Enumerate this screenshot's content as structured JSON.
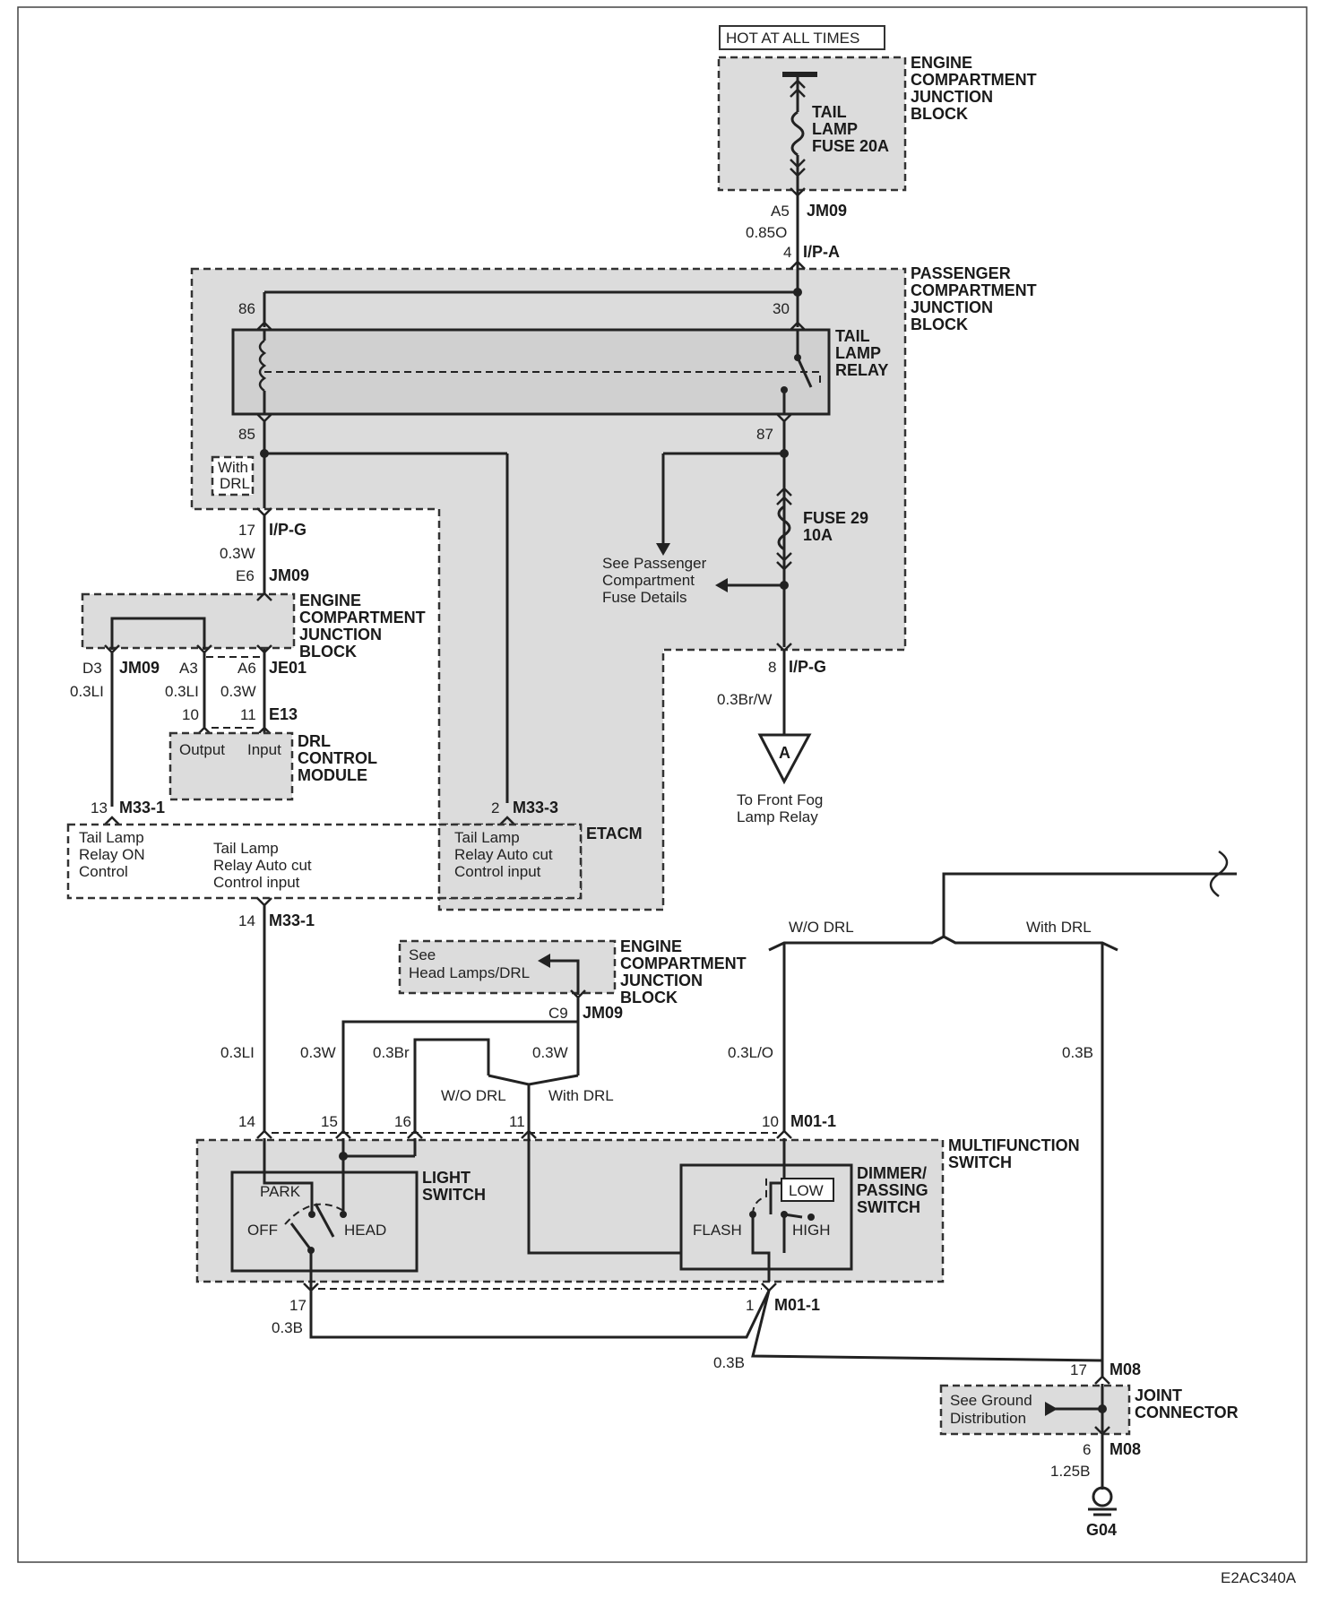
{
  "hot_label": "HOT AT ALL TIMES",
  "ecjb_top": [
    "ENGINE",
    "COMPARTMENT",
    "JUNCTION",
    "BLOCK"
  ],
  "fuse_top": [
    "TAIL",
    "LAMP",
    "FUSE 20A"
  ],
  "a5": "A5",
  "jm09_a": "JM09",
  "w_085o": "0.85O",
  "pin4": "4",
  "ipa": "I/P-A",
  "pcjb": [
    "PASSENGER",
    "COMPARTMENT",
    "JUNCTION",
    "BLOCK"
  ],
  "pin86": "86",
  "pin30": "30",
  "pin85": "85",
  "pin87": "87",
  "relay": [
    "TAIL",
    "LAMP",
    "RELAY"
  ],
  "with_drl_box": [
    "With",
    "DRL"
  ],
  "fuse29": [
    "FUSE 29",
    "10A"
  ],
  "see_pass": [
    "See Passenger",
    "Compartment",
    "Fuse Details"
  ],
  "pin17": "17",
  "ipg_a": "I/P-G",
  "w_03w_a": "0.3W",
  "e6": "E6",
  "jm09_b": "JM09",
  "ecjb_mid": [
    "ENGINE",
    "COMPARTMENT",
    "JUNCTION",
    "BLOCK"
  ],
  "d3": "D3",
  "jm09_c": "JM09",
  "a3": "A3",
  "a6": "A6",
  "je01": "JE01",
  "w_03li_a": "0.3LI",
  "w_03li_b": "0.3LI",
  "w_03w_b": "0.3W",
  "pin10": "10",
  "pin11": "11",
  "e13": "E13",
  "output": "Output",
  "input": "Input",
  "drl_module": [
    "DRL",
    "CONTROL",
    "MODULE"
  ],
  "pin8": "8",
  "ipg_b": "I/P-G",
  "w_03brw": "0.3Br/W",
  "conn_a": "A",
  "to_fog": [
    "To Front Fog",
    "Lamp Relay"
  ],
  "pin13": "13",
  "m331_a": "M33-1",
  "pin2": "2",
  "m333": "M33-3",
  "etacm": "ETACM",
  "tl_on": [
    "Tail Lamp",
    "Relay ON",
    "Control"
  ],
  "tl_auto1": [
    "Tail Lamp",
    "Relay Auto cut",
    "Control input"
  ],
  "tl_auto2": [
    "Tail Lamp",
    "Relay Auto cut",
    "Control input"
  ],
  "pin14a": "14",
  "m331_b": "M33-1",
  "see_head": [
    "See",
    "Head Lamps/DRL"
  ],
  "ecjb_low": [
    "ENGINE",
    "COMPARTMENT",
    "JUNCTION",
    "BLOCK"
  ],
  "c9": "C9",
  "jm09_d": "JM09",
  "w_03li_c": "0.3LI",
  "w_03w_c": "0.3W",
  "w_03br": "0.3Br",
  "w_03w_d": "0.3W",
  "wo_drl_a": "W/O DRL",
  "with_drl_a": "With DRL",
  "wo_drl_b": "W/O DRL",
  "with_drl_b": "With DRL",
  "w_03lo": "0.3L/O",
  "w_03b_a": "0.3B",
  "pin14b": "14",
  "pin15": "15",
  "pin16": "16",
  "pin11b": "11",
  "pin10b": "10",
  "m011_a": "M01-1",
  "mfs": [
    "MULTIFUNCTION",
    "SWITCH"
  ],
  "light_sw": [
    "LIGHT",
    "SWITCH"
  ],
  "park": "PARK",
  "off": "OFF",
  "head": "HEAD",
  "dimmer": [
    "DIMMER/",
    "PASSING",
    "SWITCH"
  ],
  "low": "LOW",
  "flash": "FLASH",
  "high": "HIGH",
  "pin17b": "17",
  "w_03b_b": "0.3B",
  "pin1": "1",
  "m011_b": "M01-1",
  "w_03b_c": "0.3B",
  "pin17c": "17",
  "m08_a": "M08",
  "see_ground": [
    "See Ground",
    "Distribution"
  ],
  "joint": [
    "JOINT",
    "CONNECTOR"
  ],
  "pin6": "6",
  "m08_b": "M08",
  "w_125b": "1.25B",
  "g04": "G04",
  "fig_id": "E2AC340A"
}
